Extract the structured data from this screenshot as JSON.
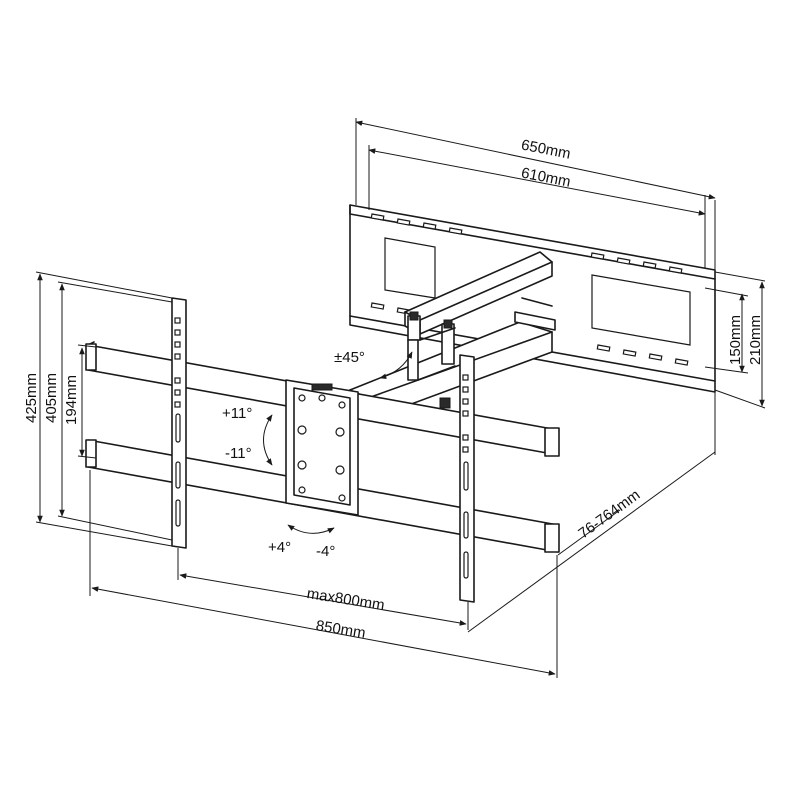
{
  "diagram": {
    "dimensions": {
      "wall_plate_outer_width": "650mm",
      "wall_plate_hole_width": "610mm",
      "wall_plate_hole_height": "150mm",
      "wall_plate_height": "210mm",
      "tv_bracket_height": "425mm",
      "tv_bracket_hole_height_max": "405mm",
      "tv_bracket_hole_height_min": "194mm",
      "arm_extension": "76-764mm",
      "tv_bracket_hole_width_max": "max800mm",
      "tv_bracket_width": "850mm"
    },
    "angles": {
      "swivel": "±45°",
      "tilt_up": "+11°",
      "tilt_down": "-11°",
      "level_plus": "+4°",
      "level_minus": "-4°"
    }
  }
}
